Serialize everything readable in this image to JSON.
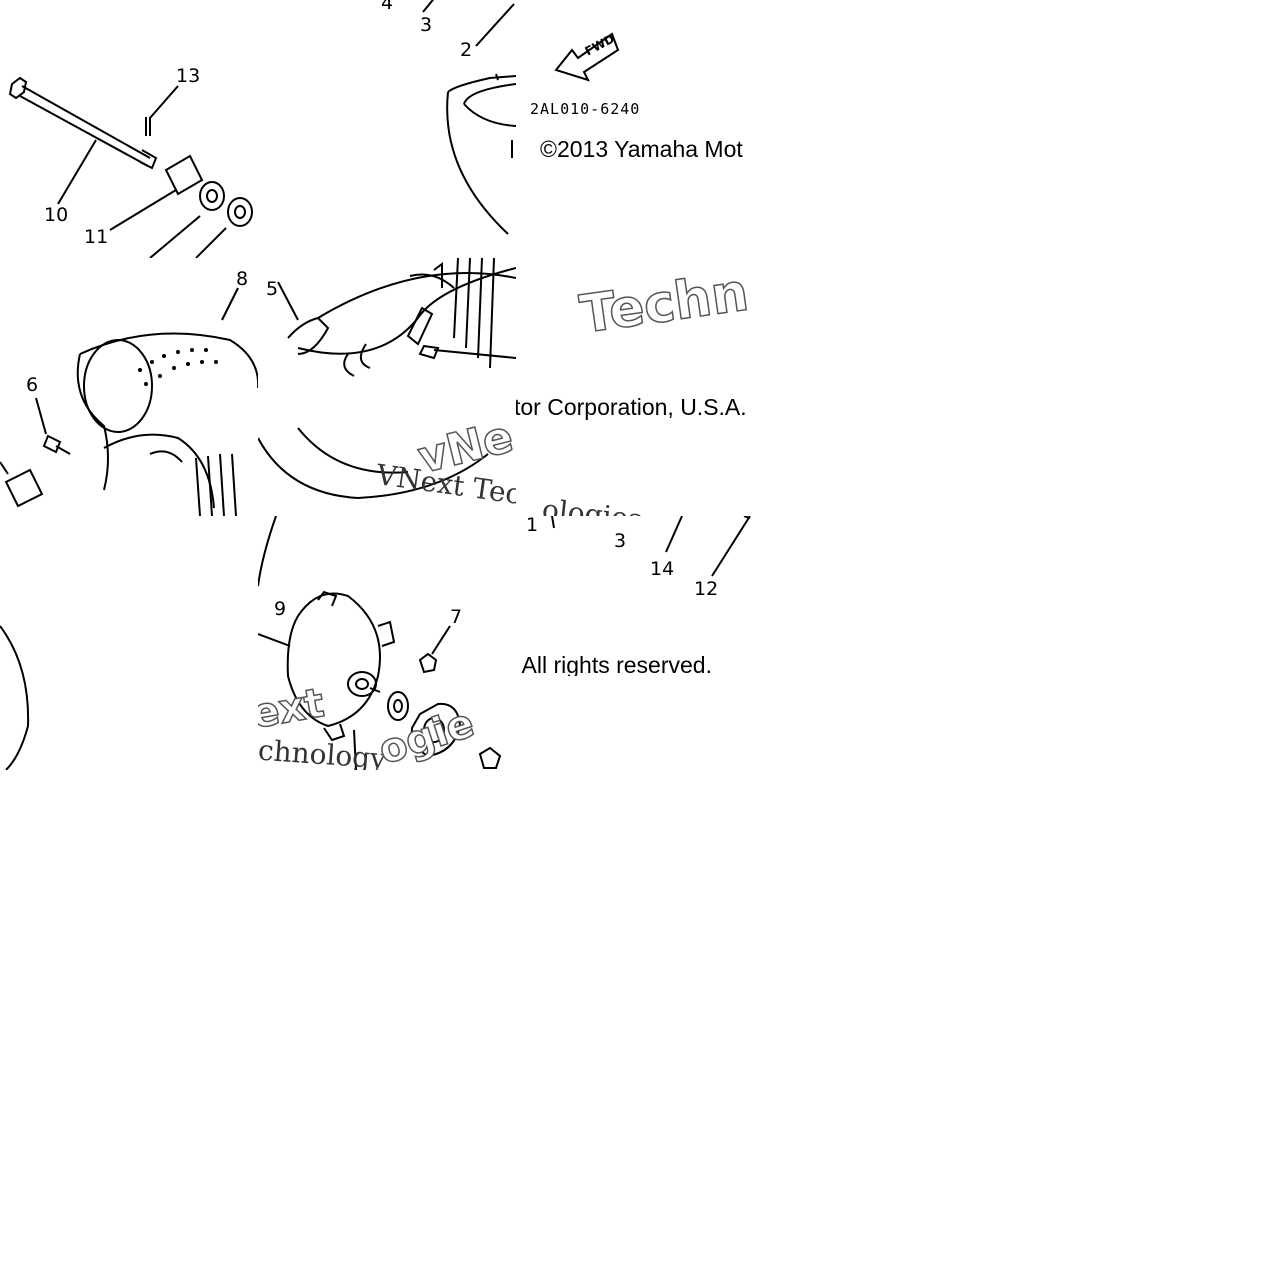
{
  "diagram": {
    "part_code": "2AL010-6240",
    "fwd_label": "FWD",
    "callouts": [
      "1",
      "2",
      "3",
      "4",
      "5",
      "6",
      "7",
      "8",
      "9",
      "10",
      "11",
      "12",
      "13",
      "14"
    ],
    "copyright_fragments": {
      "line1": "©2013 Yamaha Mot",
      "line2": "tor Corporation, U.S.A.",
      "line3": ". All rights reserved."
    },
    "watermark_fragments": {
      "techn": "Techn",
      "vnext_tec": "VNext Tec",
      "ologies": "ologies",
      "vne": "vNe",
      "ext": "ext",
      "chnology": "chnology",
      "ogie": "ogie"
    }
  }
}
